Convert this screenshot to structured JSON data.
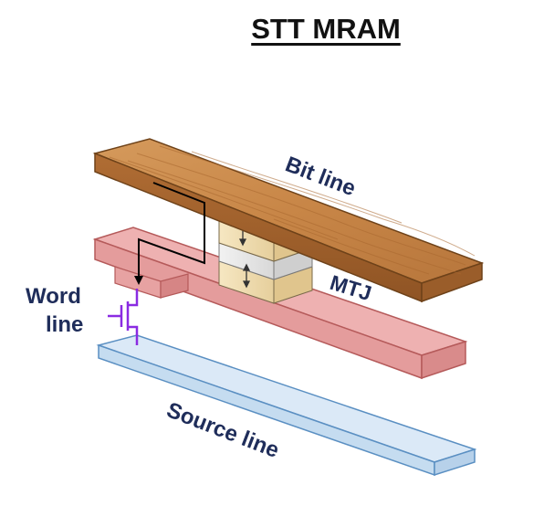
{
  "title": "STT MRAM",
  "labels": {
    "bit_line": "Bit line",
    "mtj": "MTJ",
    "word_line_1": "Word",
    "word_line_2": "line",
    "source_line": "Source line"
  },
  "colors": {
    "wood": "#c98a4b",
    "wood_dark": "#8a5526",
    "pink": "#e9a4a4",
    "pink_dark": "#b55a5a",
    "blue": "#d8e8f6",
    "blue_dark": "#5a8fc2",
    "transistor": "#8a2be2",
    "label": "#1f2d5a"
  }
}
